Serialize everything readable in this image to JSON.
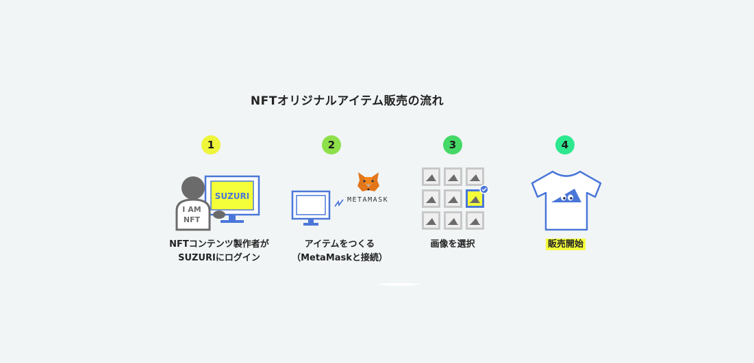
{
  "title": "NFTオリジナルアイテム販売の流れ",
  "colors": {
    "step1": "#eef53a",
    "step2": "#8ee04b",
    "step3": "#45d866",
    "step4": "#2ee88f",
    "line": "#4a76d8",
    "screen_yellow": "#f4ff3a",
    "person_gray": "#6b6b6b"
  },
  "steps": [
    {
      "number": "1",
      "caption_line1": "NFTコンテンツ製作者が",
      "caption_line2": "SUZURIにログイン",
      "screen_text": "SUZURI",
      "shirt_text_line1": "I AM",
      "shirt_text_line2": "NFT",
      "icon": "person-computer-icon"
    },
    {
      "number": "2",
      "caption_line1": "アイテムをつくる",
      "caption_line2": "（MetaMaskと接続）",
      "brand_text": "METAMASK",
      "icon": "metamask-fox-icon"
    },
    {
      "number": "3",
      "caption_line1": "画像を選択",
      "icon": "image-grid-icon"
    },
    {
      "number": "4",
      "caption_line1": "販売開始",
      "icon": "tshirt-icon"
    }
  ]
}
